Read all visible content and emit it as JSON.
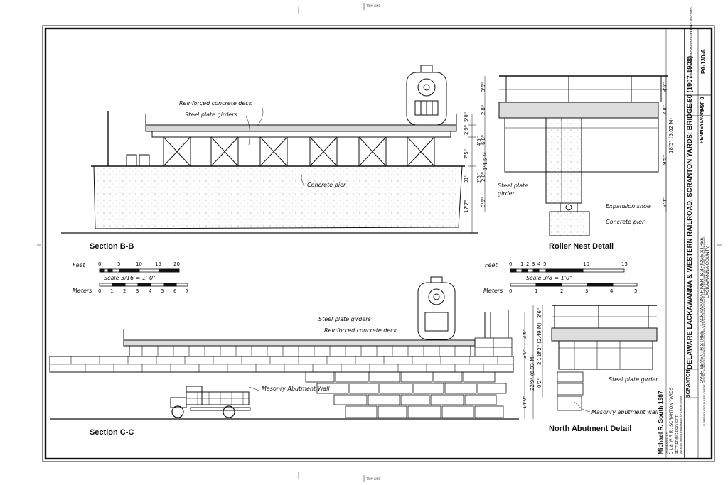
{
  "sections": {
    "bb": {
      "title": "Section B-B",
      "labels": {
        "deck": "Reinforced concrete deck",
        "girders": "Steel plate girders",
        "pier": "Concrete pier"
      },
      "dims": {
        "d1": "5'0\"",
        "d2": "2'9\"",
        "d3": "7'5\"",
        "d4": "31'",
        "d5": "17'7\"",
        "d6": "4'5\"",
        "d7": "2'6\"",
        "d8": "1'4.5 M"
      }
    },
    "roller": {
      "title": "Roller Nest Detail",
      "labels": {
        "girder": "Steel plate girder",
        "shoe": "Expansion shoe",
        "pier": "Concrete pier"
      },
      "dims": {
        "d1": "3'6\"",
        "d2": "2'8\"",
        "d3": "6'8\"",
        "d4": "2'0\"",
        "d5": "3'6\"",
        "d6": "3'6\"",
        "d7": "2'8\"",
        "d8": "18'5\" (5.62 M)",
        "d9": "9'5\"",
        "d10": "3'4\""
      }
    },
    "cc": {
      "title": "Section C-C",
      "labels": {
        "girders": "Steel plate girders",
        "deck": "Reinforced concrete deck",
        "wall": "Masonry Abutment Wall"
      },
      "dims": {
        "d1": "3'6\"",
        "d2": "3'0\"",
        "d3": "22'9\" (6.93 M)",
        "d4": "14'0\""
      }
    },
    "north": {
      "title": "North Abutment Detail",
      "labels": {
        "girder": "Steel plate girder",
        "wall": "Masonry abutment wall"
      },
      "dims": {
        "d1": "3'6\"",
        "d2": "8'2\" (2.49 M)",
        "d3": "2'11\"",
        "d4": "0'2\""
      }
    }
  },
  "scales": {
    "left": {
      "feet_label": "Feet",
      "meters_label": "Meters",
      "scale_text": "Scale  3/16 = 1'-0\"",
      "feet_ticks": [
        "0",
        "5",
        "10",
        "15",
        "20"
      ],
      "meter_ticks": [
        "0",
        "1",
        "2",
        "3",
        "4",
        "5",
        "6",
        "7"
      ]
    },
    "right": {
      "feet_label": "Feet",
      "meters_label": "Meters",
      "scale_text": "Scale  3/8 = 1'0\"",
      "feet_ticks": [
        "0",
        "1",
        "2",
        "3",
        "4",
        "5",
        "10",
        "15"
      ],
      "meter_ticks": [
        "0",
        "1",
        "2",
        "3",
        "4",
        "5"
      ]
    }
  },
  "title_block": {
    "main": "DELAWARE LACKAWANNA & WESTERN RAILROAD, SCRANTON YARDS: BRIDGE 60 (1907-1908)",
    "sub1": "OVER SEVENTH STREET, LACKAWANNA RIVER, & BRIDGE STREET",
    "sub2": "LACKAWANNA COUNTY",
    "place": "SCRANTON",
    "state": "PENNSYLVANIA",
    "credit": "IF REPRODUCED, PLEASE CREDIT: HISTORIC AMERICAN ENGINEERING RECORD, NATIONAL PARK SERVICE, NAME OF DELINEATOR, DATE OF THE DRAWING",
    "delineator": "Michael R. South 1987",
    "delineated_by": "DELINEATED BY:",
    "project": "D L & W R R : SCRANTON YARDS",
    "project_sub": "RECORDING PROJECT",
    "agency": "UNITED STATES DEPARTMENT OF THE INTERIOR",
    "haer_label": "HISTORIC AMERICAN ENGINEERING RECORD",
    "haer_number": "PA-130-A",
    "sheet_label": "SHEET",
    "sheet": "3 OF 3"
  },
  "edge": {
    "top": "TRIM LINE",
    "bottom": "TRIM LINE"
  }
}
